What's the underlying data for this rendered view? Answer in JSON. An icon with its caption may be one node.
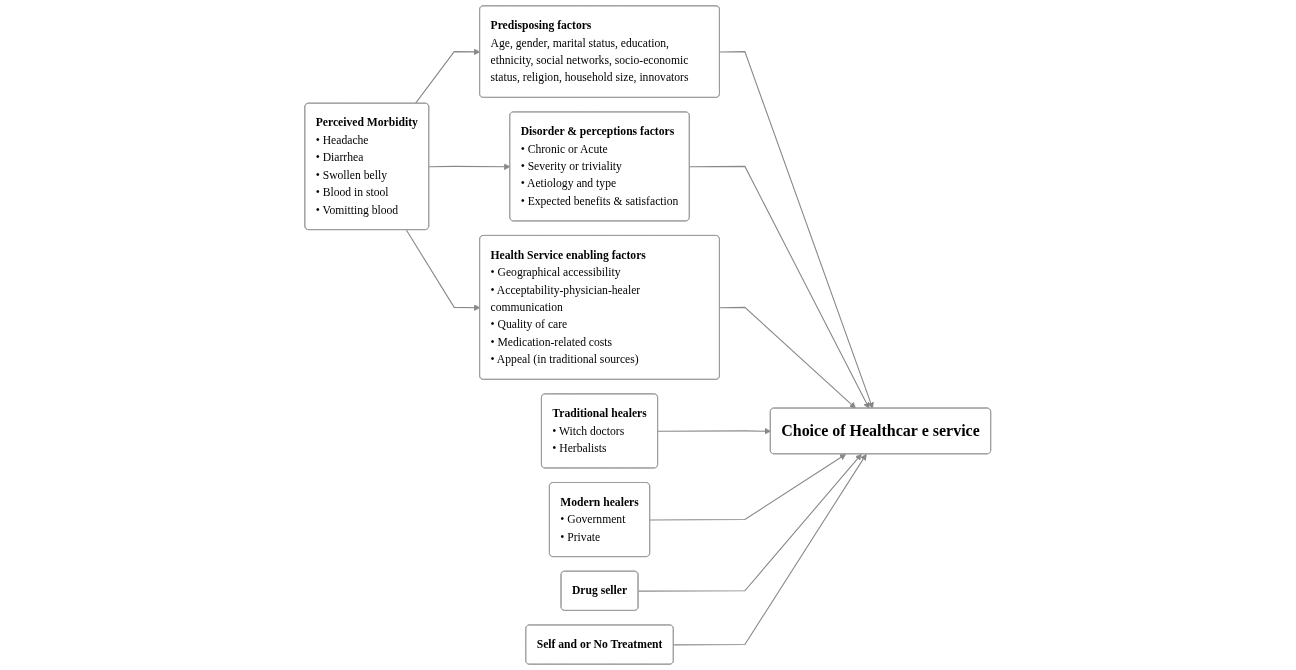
{
  "diagram": {
    "nodes": [
      {
        "text": [
          "Perceived Morbidity",
          "• Headache",
          "• Diarrhea",
          "• Swollen belly",
          "• Blood in stool",
          "• Vomitting blood"
        ]
      },
      {
        "text": [
          "Predisposing factors",
          "Age, gender, marital status, education, ethnicity, social networks, socio-economic status, religion, household size, innovators"
        ]
      },
      {
        "text": [
          "Disorder & perceptions factors",
          "• Chronic  or Acute",
          "• Severity or triviality",
          "• Aetiology and type",
          "• Expected benefits & satisfaction"
        ]
      },
      {
        "text": [
          "Health Service enabling factors",
          "• Geographical accessibility",
          "• Acceptability-physician-healer communication",
          "• Quality of care",
          "• Medication-related costs",
          "• Appeal (in traditional sources)"
        ]
      },
      {
        "text": [
          "Choice of Healthcar e service"
        ]
      },
      {
        "text": [
          "Traditional healers",
          "• Witch doctors",
          "• Herbalists"
        ]
      },
      {
        "text": [
          "Modern healers",
          "• Government",
          "• Private"
        ]
      },
      {
        "text": [
          "Drug seller"
        ]
      },
      {
        "text": [
          "Self and or No Treatment"
        ]
      }
    ],
    "edges": [
      {
        "from": 0,
        "to": 1,
        "arrow": "to"
      },
      {
        "from": 0,
        "to": 2,
        "arrow": "to"
      },
      {
        "from": 0,
        "to": 3,
        "arrow": "to"
      },
      {
        "from": 1,
        "to": 4,
        "arrow": "to"
      },
      {
        "from": 2,
        "to": 4,
        "arrow": "to"
      },
      {
        "from": 3,
        "to": 4,
        "arrow": "to"
      },
      {
        "from": 5,
        "to": 4,
        "arrow": "to"
      },
      {
        "from": 6,
        "to": 4,
        "arrow": "to"
      },
      {
        "from": 7,
        "to": 4,
        "arrow": "to"
      },
      {
        "from": 8,
        "to": 4,
        "arrow": "to"
      }
    ]
  }
}
